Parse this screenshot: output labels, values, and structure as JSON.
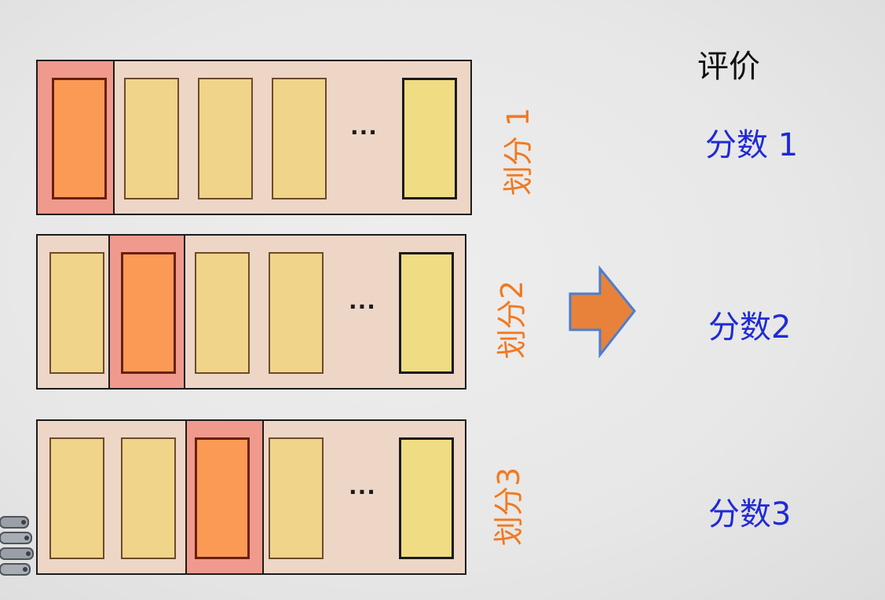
{
  "header": {
    "evaluation_label": "评价"
  },
  "splits": [
    {
      "label": "划分 1",
      "score": "分数 1",
      "test_fold_index": 0,
      "ellipsis": "..."
    },
    {
      "label": "划分2",
      "score": "分数2",
      "test_fold_index": 1,
      "ellipsis": "..."
    },
    {
      "label": "划分3",
      "score": "分数3",
      "test_fold_index": 2,
      "ellipsis": "..."
    }
  ],
  "colors": {
    "split_bg": "#eed6c7",
    "test_highlight": "#ef9a8c",
    "test_fold": "#fa9a55",
    "train_fold": "#f0d48a",
    "label_orange": "#f07a22",
    "score_blue": "#1f2ad6",
    "arrow_fill": "#e8823a",
    "arrow_stroke": "#4a7fd0"
  },
  "icons": {
    "arrow": "right-arrow-icon",
    "robot": "robot-hand-icon"
  }
}
